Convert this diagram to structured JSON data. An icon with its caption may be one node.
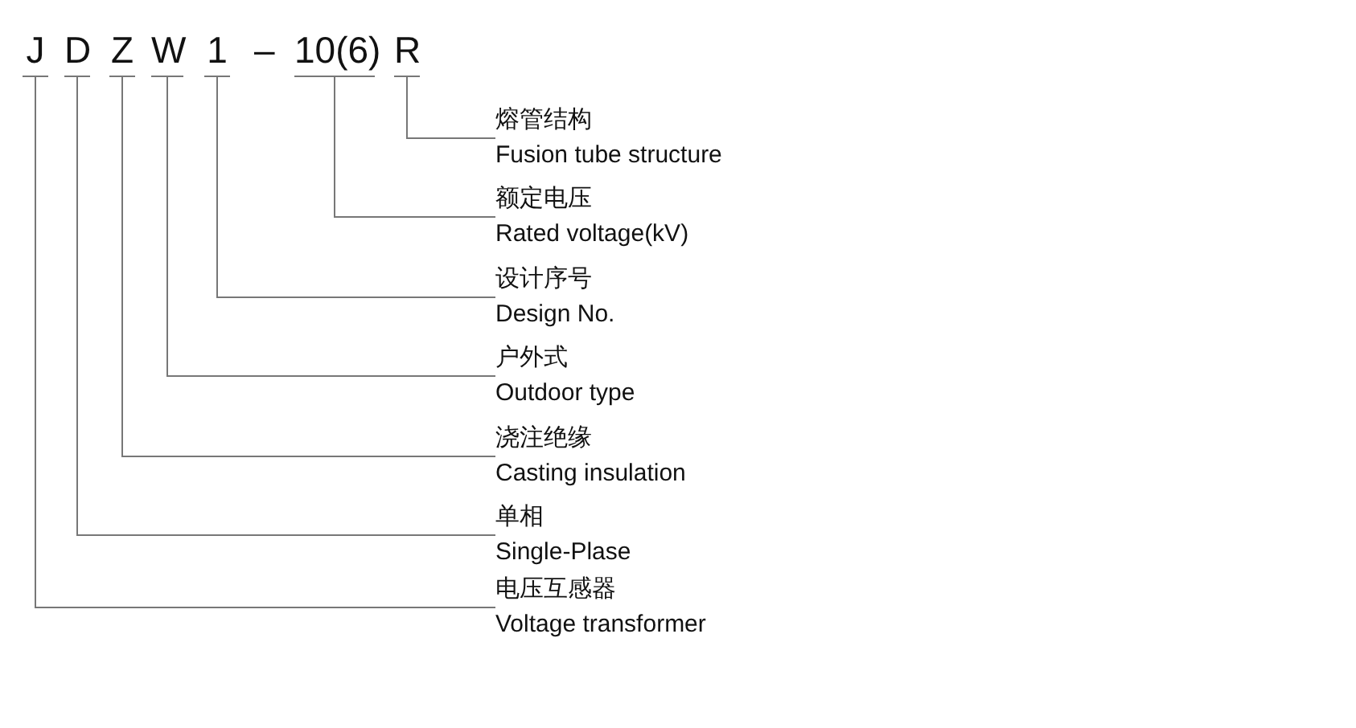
{
  "diagram": {
    "nodes": [
      {
        "text": [
          "J"
        ]
      },
      {
        "text": [
          "D"
        ]
      },
      {
        "text": [
          "Z"
        ]
      },
      {
        "text": [
          "W"
        ]
      },
      {
        "text": [
          "1"
        ]
      },
      {
        "text": [
          "10(6)"
        ]
      },
      {
        "text": [
          "R"
        ]
      },
      {
        "text": [
          "熔管结构",
          "Fusion tube structure"
        ]
      },
      {
        "text": [
          "额定电压",
          "Rated voltage(kV)"
        ]
      },
      {
        "text": [
          "设计序号",
          "Design No."
        ]
      },
      {
        "text": [
          "户外式",
          "Outdoor type"
        ]
      },
      {
        "text": [
          "浇注绝缘",
          "Casting insulation"
        ]
      },
      {
        "text": [
          "单相",
          "Single-Plase"
        ]
      },
      {
        "text": [
          "电压互感器",
          "Voltage transformer"
        ]
      }
    ],
    "edges": [
      {
        "from": 6,
        "to": 7,
        "arrow": "none"
      },
      {
        "from": 5,
        "to": 8,
        "arrow": "none"
      },
      {
        "from": 4,
        "to": 9,
        "arrow": "none"
      },
      {
        "from": 3,
        "to": 10,
        "arrow": "none"
      },
      {
        "from": 2,
        "to": 11,
        "arrow": "none"
      },
      {
        "from": 1,
        "to": 12,
        "arrow": "none"
      },
      {
        "from": 0,
        "to": 13,
        "arrow": "none"
      }
    ],
    "labels": [
      "–"
    ]
  }
}
